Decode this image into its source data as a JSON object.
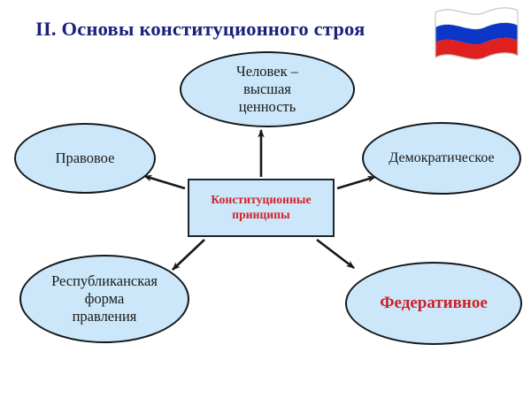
{
  "page": {
    "title": "II. Основы конституционного строя",
    "title_color": "#19217c",
    "background": "#ffffff"
  },
  "flag": {
    "name": "russian-flag",
    "stripes": [
      "#ffffff",
      "#0033cc",
      "#e01f1f"
    ]
  },
  "diagram": {
    "type": "concept-map",
    "node_fill": "#cbe7f9",
    "node_stroke": "#15181c",
    "center": {
      "label": "Конституционные\nпринципы",
      "text_color": "#d42027",
      "shape": "rectangle"
    },
    "nodes": [
      {
        "id": "top",
        "label": "Человек –\nвысшая\nценность",
        "text_color": "#1a1a1a",
        "shape": "ellipse"
      },
      {
        "id": "left",
        "label": "Правовое",
        "text_color": "#1a1a1a",
        "shape": "ellipse"
      },
      {
        "id": "right",
        "label": "Демократическое",
        "text_color": "#1a1a1a",
        "shape": "ellipse"
      },
      {
        "id": "bl",
        "label": "Республиканская\nформа\nправления",
        "text_color": "#1a1a1a",
        "shape": "ellipse"
      },
      {
        "id": "br",
        "label": "Федеративное",
        "text_color": "#cc2128",
        "shape": "ellipse"
      }
    ],
    "edges": [
      {
        "from": "center",
        "to": "top",
        "arrow": "end"
      },
      {
        "from": "center",
        "to": "left",
        "arrow": "end"
      },
      {
        "from": "center",
        "to": "right",
        "arrow": "end"
      },
      {
        "from": "center",
        "to": "bl",
        "arrow": "end"
      },
      {
        "from": "center",
        "to": "br",
        "arrow": "end"
      }
    ]
  }
}
